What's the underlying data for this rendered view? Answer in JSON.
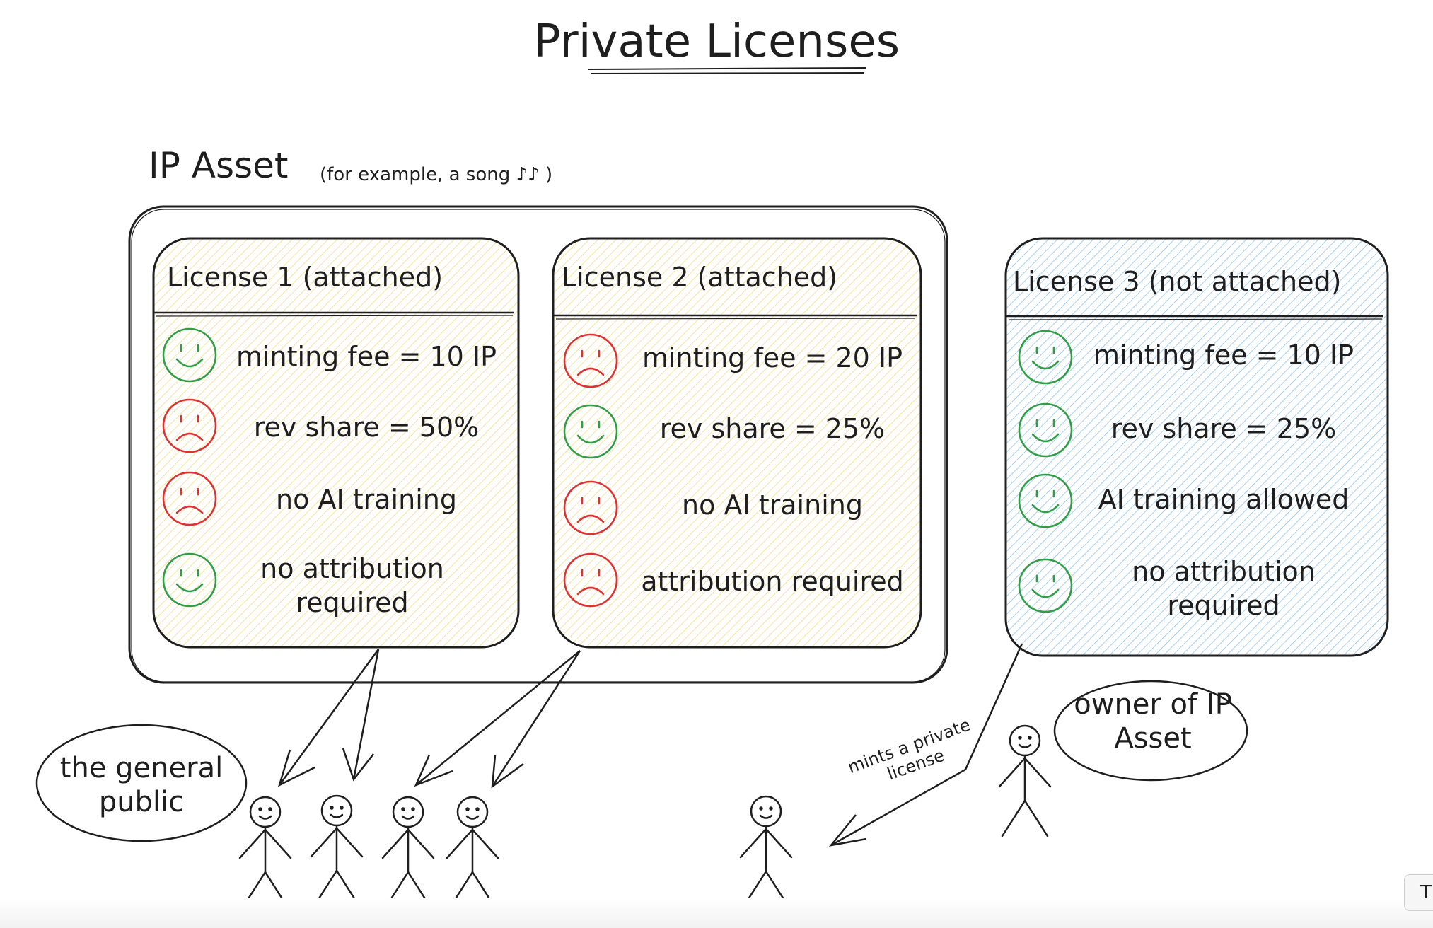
{
  "title": "Private Licenses",
  "ip_asset": {
    "label": "IP Asset",
    "sublabel": "(for example, a song ♪♪ )"
  },
  "licenses": [
    {
      "title": "License 1 (attached)",
      "fill": "#fff6c7",
      "items": [
        {
          "text": "minting fee = 10 IP",
          "mood": "happy"
        },
        {
          "text": "rev share = 50%",
          "mood": "sad"
        },
        {
          "text": "no AI training",
          "mood": "sad"
        },
        {
          "text": "no attribution required",
          "mood": "happy"
        }
      ]
    },
    {
      "title": "License 2 (attached)",
      "fill": "#fff6c7",
      "items": [
        {
          "text": "minting fee = 20 IP",
          "mood": "sad"
        },
        {
          "text": "rev share = 25%",
          "mood": "happy"
        },
        {
          "text": "no AI training",
          "mood": "sad"
        },
        {
          "text": "attribution required",
          "mood": "sad"
        }
      ]
    },
    {
      "title": "License 3 (not attached)",
      "fill": "#d6ebff",
      "items": [
        {
          "text": "minting fee = 10 IP",
          "mood": "happy"
        },
        {
          "text": "rev share = 25%",
          "mood": "happy"
        },
        {
          "text": "AI training allowed",
          "mood": "happy"
        },
        {
          "text": "no attribution required",
          "mood": "happy"
        }
      ]
    }
  ],
  "labels": {
    "general_public": "the general public",
    "owner": "owner of IP Asset",
    "mints": "mints a private license"
  },
  "colors": {
    "happy": "#2f9e44",
    "sad": "#e03131",
    "yellow_hatch": "#f5e08a",
    "blue_hatch": "#8fc3f0",
    "stroke": "#1e1e1e"
  },
  "toolbar": {
    "tab_label": "T"
  }
}
